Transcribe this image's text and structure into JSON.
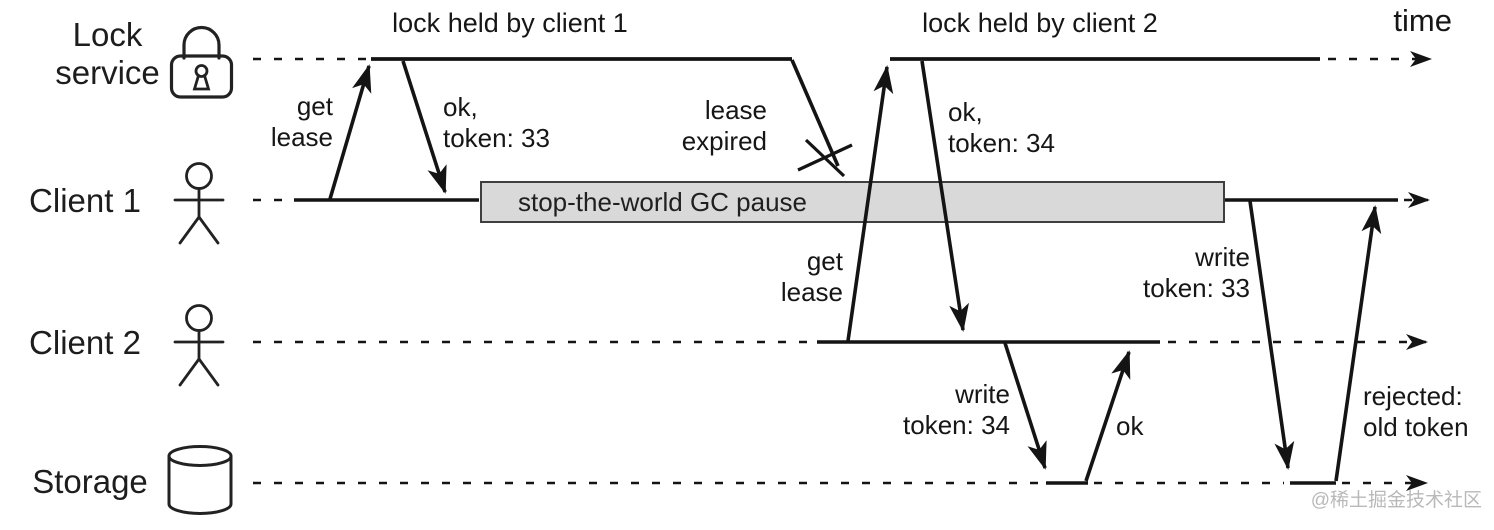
{
  "axis": {
    "time_label": "time"
  },
  "actors": {
    "lock_service": {
      "line1": "Lock",
      "line2": "service",
      "icon": "padlock-icon"
    },
    "client1": {
      "label": "Client 1",
      "icon": "person-icon"
    },
    "client2": {
      "label": "Client 2",
      "icon": "person-icon"
    },
    "storage": {
      "label": "Storage",
      "icon": "database-cylinder-icon"
    }
  },
  "lock_spans": {
    "client1": "lock held by client 1",
    "client2": "lock held by client 2"
  },
  "gc_pause": {
    "label": "stop-the-world GC pause"
  },
  "messages": {
    "c1_get_lease": {
      "line1": "get",
      "line2": "lease"
    },
    "c1_ok_token": {
      "line1": "ok,",
      "line2": "token: 33"
    },
    "lease_expired": {
      "line1": "lease",
      "line2": "expired"
    },
    "c2_get_lease": {
      "line1": "get",
      "line2": "lease"
    },
    "c2_ok_token": {
      "line1": "ok,",
      "line2": "token: 34"
    },
    "c2_write": {
      "line1": "write",
      "line2": "token: 34"
    },
    "c2_write_ok": "ok",
    "c1_write": {
      "line1": "write",
      "line2": "token: 33"
    },
    "c1_write_rejected": {
      "line1": "rejected:",
      "line2": "old token"
    }
  },
  "watermark": "@稀土掘金技术社区",
  "colors": {
    "ink": "#141414",
    "gc_box_fill": "#d9d9d9",
    "gc_box_border": "#3f3f3f",
    "watermark": "#b9b9b9"
  }
}
